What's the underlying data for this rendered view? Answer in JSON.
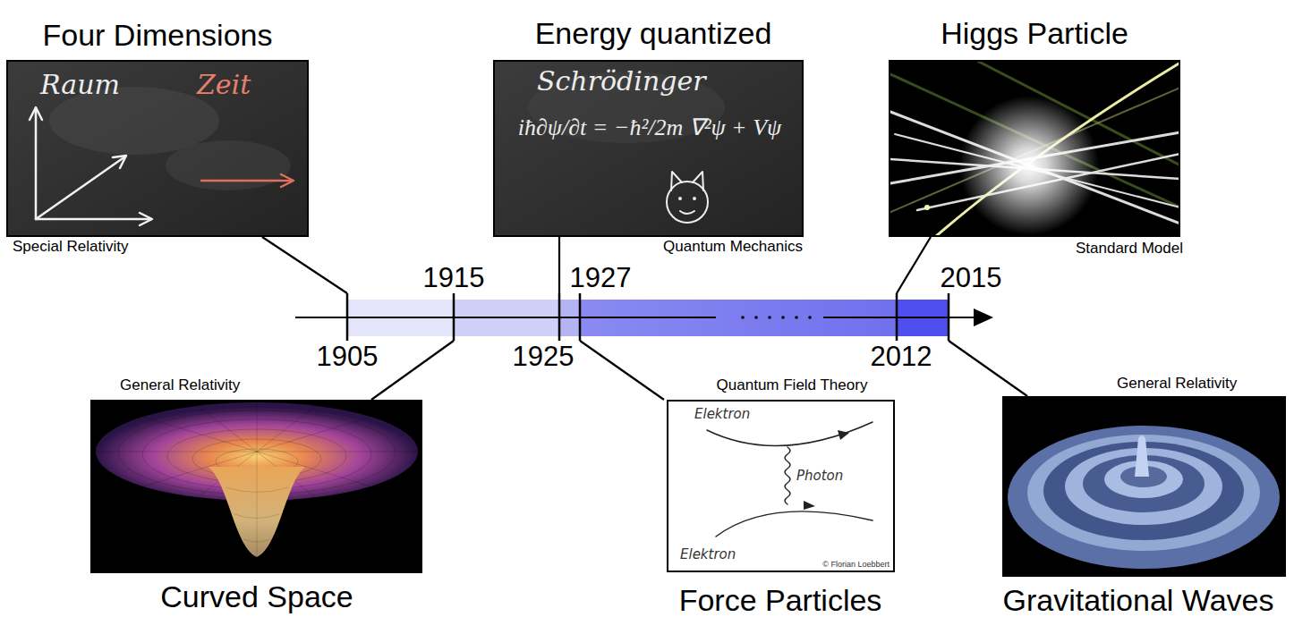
{
  "diagram": {
    "nodes": [
      {
        "text": [
          "Four Dimensions",
          "Special Relativity",
          "Raum",
          "Zeit"
        ]
      },
      {
        "text": [
          "Energy quantized",
          "Quantum Mechanics",
          "Schrödinger",
          "iħ∂ψ/∂t = −ħ²/2m ∇²ψ + Vψ"
        ]
      },
      {
        "text": [
          "Higgs Particle",
          "Standard Model"
        ]
      },
      {
        "text": [
          "General Relativity",
          "Curved Space"
        ]
      },
      {
        "text": [
          "Quantum Field Theory",
          "Force Particles",
          "Elektron",
          "Photon",
          "Elektron",
          "© Florian Loebbert"
        ]
      },
      {
        "text": [
          "General Relativity",
          "Gravitational Waves"
        ]
      }
    ],
    "labels": [
      "1905",
      "1915",
      "1925",
      "1927",
      "2012",
      "2015"
    ]
  }
}
